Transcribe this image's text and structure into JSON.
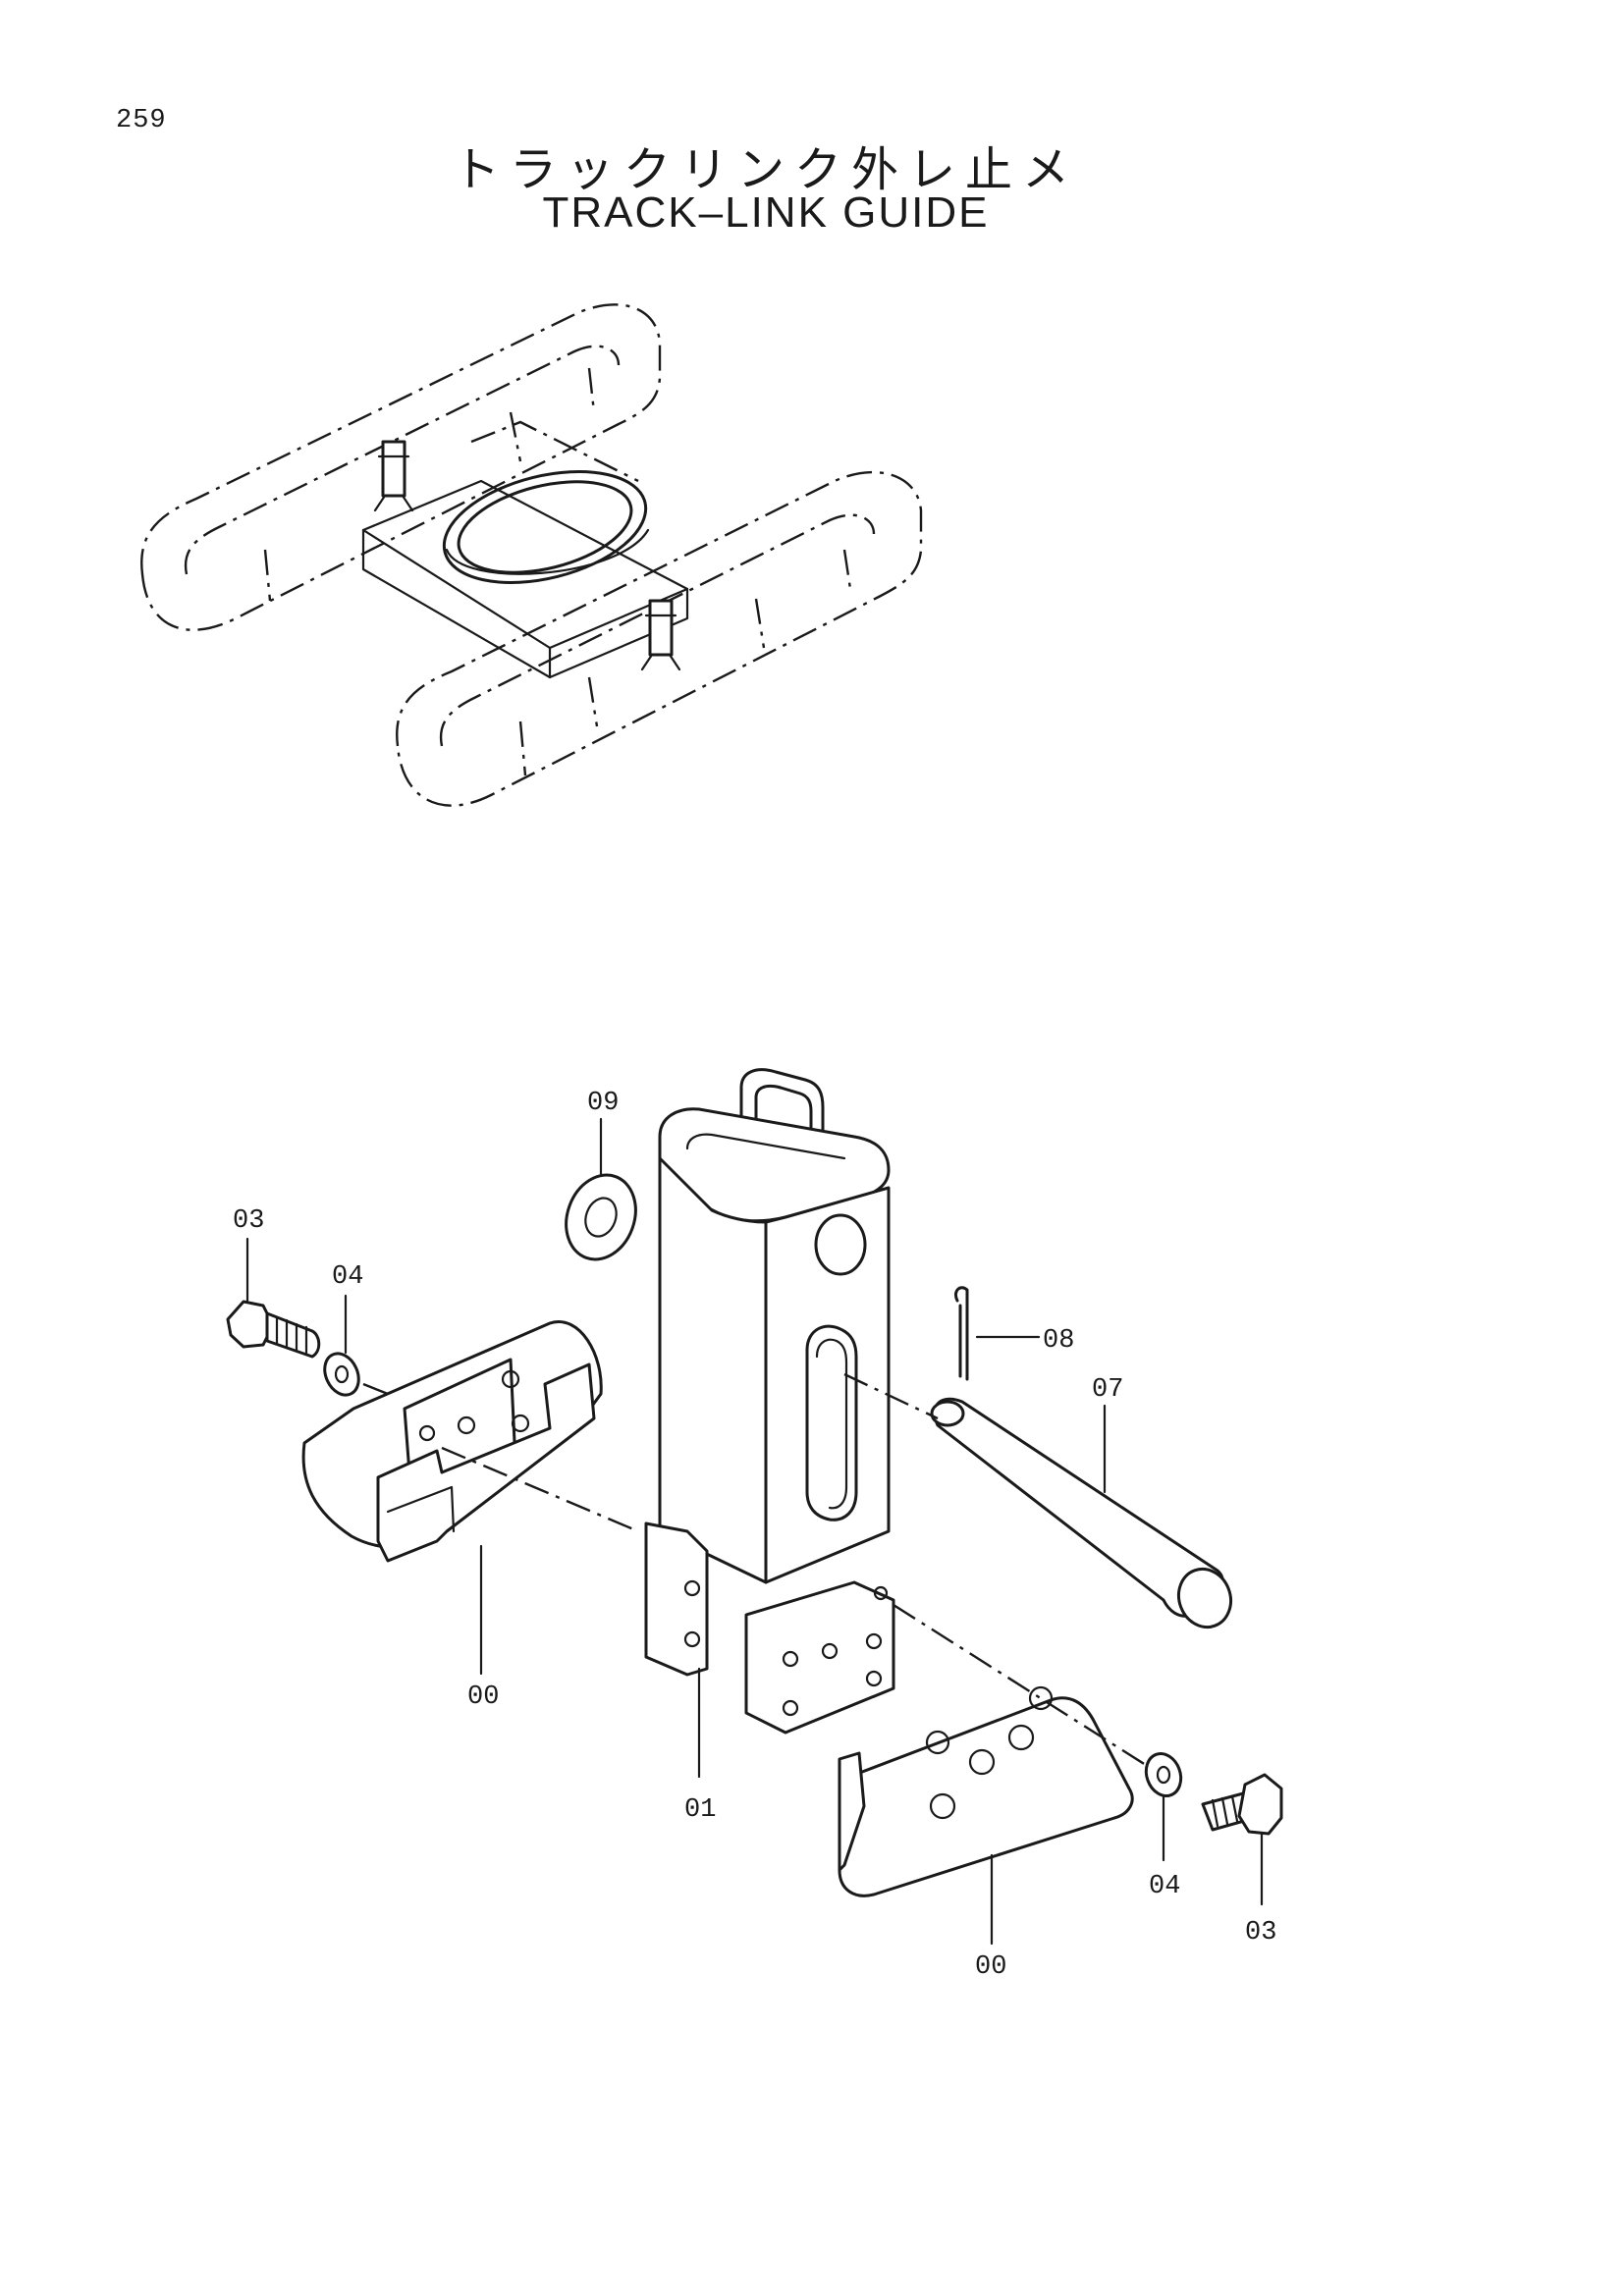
{
  "page": {
    "number": "259",
    "title_jp": "トラックリンク外レ止メ",
    "title_en": "TRACK–LINK GUIDE"
  },
  "callouts": [
    {
      "id": "c09",
      "label": "09"
    },
    {
      "id": "c03a",
      "label": "03"
    },
    {
      "id": "c04a",
      "label": "04"
    },
    {
      "id": "c08",
      "label": "08"
    },
    {
      "id": "c07",
      "label": "07"
    },
    {
      "id": "c00a",
      "label": "00"
    },
    {
      "id": "c01",
      "label": "01"
    },
    {
      "id": "c04b",
      "label": "04"
    },
    {
      "id": "c03b",
      "label": "03"
    },
    {
      "id": "c00b",
      "label": "00"
    }
  ]
}
